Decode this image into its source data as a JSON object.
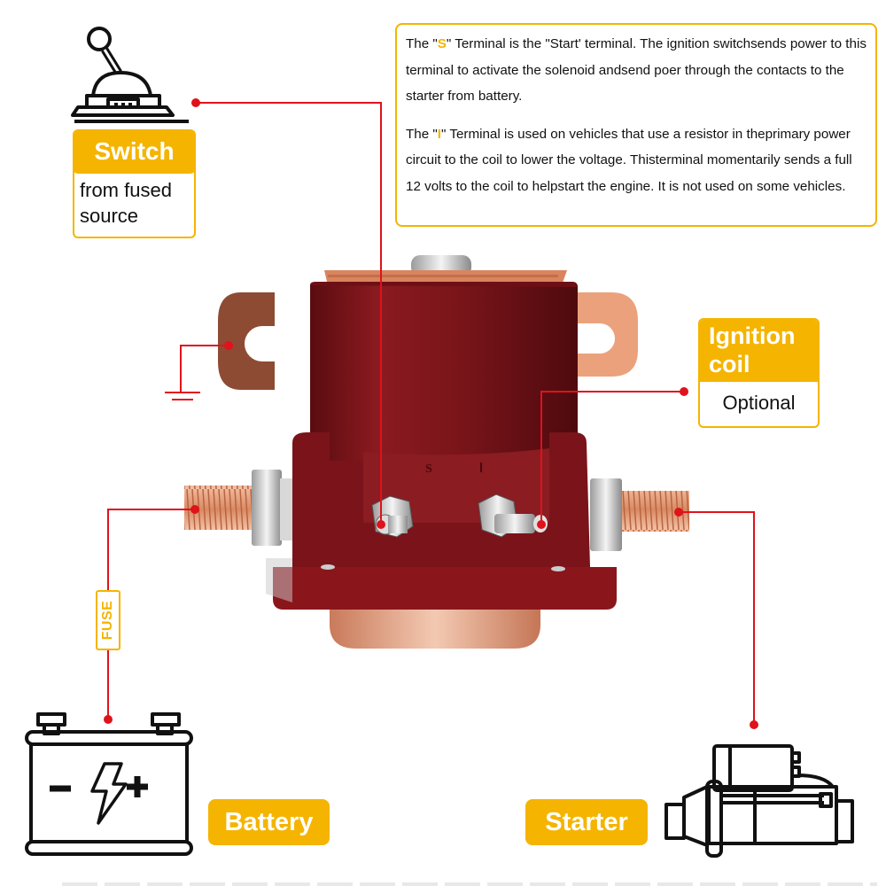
{
  "info": {
    "paragraph1": {
      "prefix": "The \"",
      "terminal": "S",
      "suffix": "\" Terminal is the \"Start' terminal. The ignition switchsends power to this terminal to activate the solenoid andsend poer through the contacts to the starter from battery."
    },
    "paragraph2": {
      "prefix": "The \"",
      "terminal": "I",
      "suffix": "\" Terminal is used on vehicles that use a resistor in theprimary power circuit to the coil to lower the voltage. Thisterminal momentarily sends a full 12 volts to the coil to helpstart the engine. It is not used on some vehicles."
    }
  },
  "labels": {
    "switch": {
      "title": "Switch",
      "subtitle": "from fused source"
    },
    "ignition": {
      "title": "Ignition coil",
      "subtitle": "Optional"
    },
    "battery": "Battery",
    "starter": "Starter",
    "fuse": "FUSE"
  },
  "solenoid": {
    "terminal_s": "S",
    "terminal_i": "I"
  },
  "colors": {
    "accent": "#f5b400",
    "wire": "#e0121b",
    "body": "#7e141a",
    "copper": "#e49a74"
  },
  "icons": [
    "switch-lever-icon",
    "ground-symbol-icon",
    "battery-icon",
    "starter-motor-icon"
  ]
}
